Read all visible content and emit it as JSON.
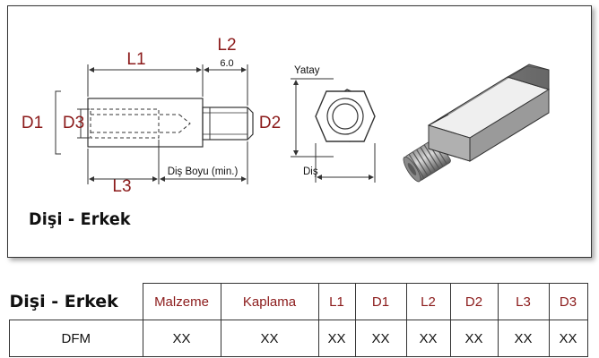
{
  "drawing": {
    "labels": {
      "L1": "L1",
      "L2": "L2",
      "L2_value": "6.0",
      "L3": "L3",
      "D1": "D1",
      "D2": "D2",
      "D3": "D3",
      "thread_length": "Diş Boyu (min.)",
      "yatay": "Yatay",
      "dis": "Diş"
    },
    "colors": {
      "dimension_label": "#8b1a1a",
      "line": "#333333",
      "nut_body": "#6e6e6e"
    }
  },
  "title": "Dişi - Erkek",
  "table": {
    "corner": "Dişi - Erkek",
    "headers": [
      "Malzeme",
      "Kaplama",
      "L1",
      "D1",
      "L2",
      "D2",
      "L3",
      "D3"
    ],
    "rows": [
      [
        "DFM",
        "XX",
        "XX",
        "XX",
        "XX",
        "XX",
        "XX",
        "XX",
        "XX"
      ]
    ]
  }
}
